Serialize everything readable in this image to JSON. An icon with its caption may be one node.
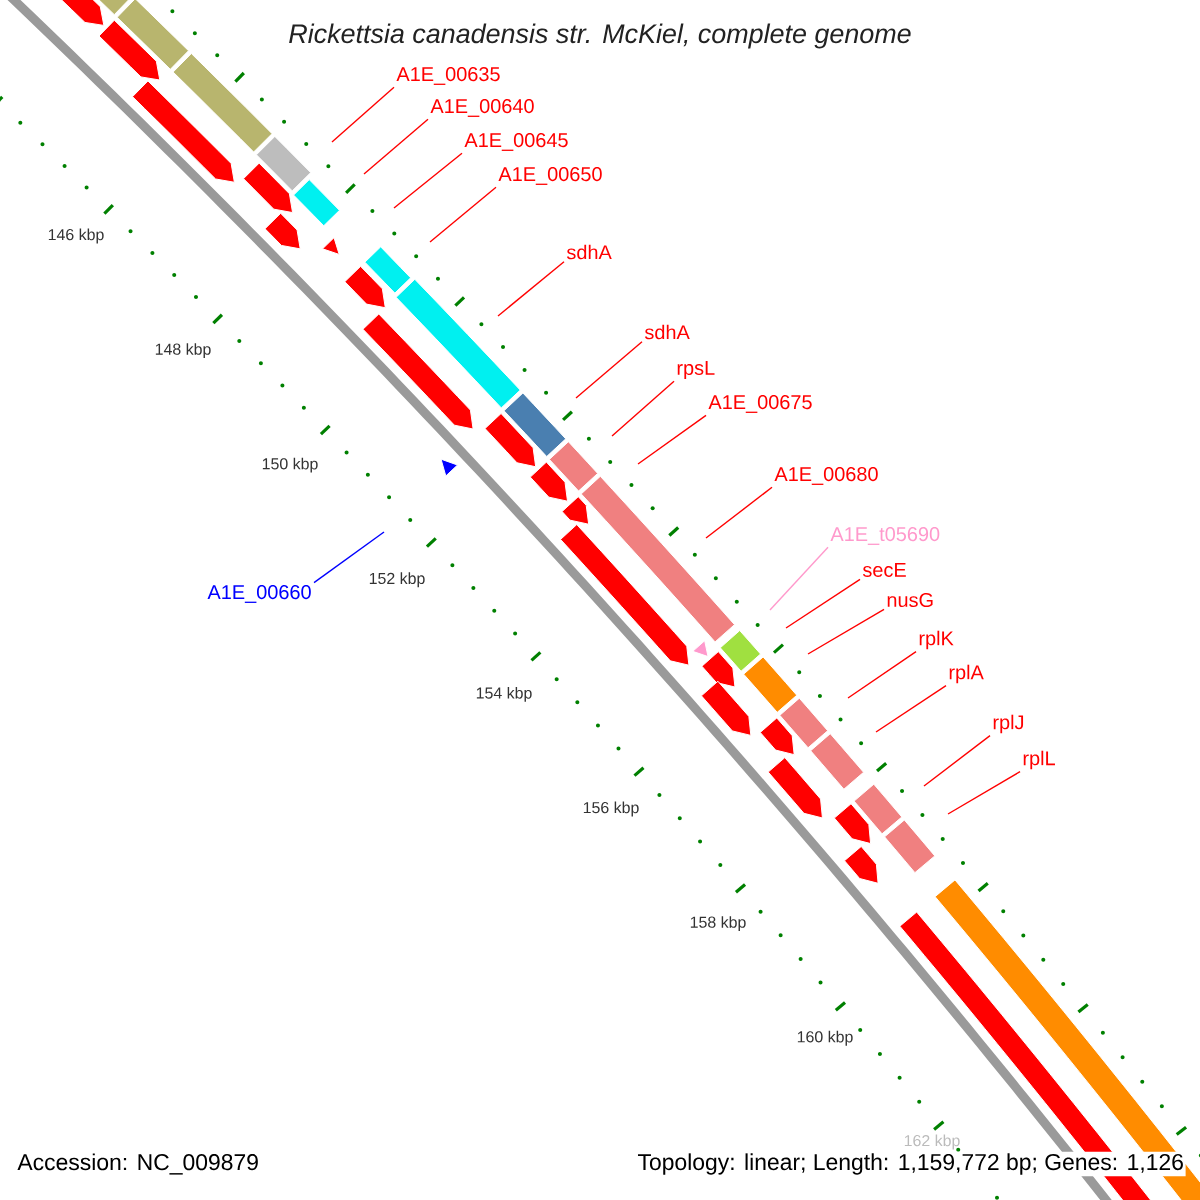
{
  "diagram": {
    "title": "Rickettsia canadensis str. McKiel, complete genome",
    "nodes": [
      {
        "text": [
          "A1E_00635"
        ]
      },
      {
        "text": [
          "A1E_00640"
        ]
      },
      {
        "text": [
          "A1E_00645"
        ]
      },
      {
        "text": [
          "A1E_00650"
        ]
      },
      {
        "text": [
          "sdhA"
        ]
      },
      {
        "text": [
          "sdhA"
        ]
      },
      {
        "text": [
          "rpsL"
        ]
      },
      {
        "text": [
          "A1E_00675"
        ]
      },
      {
        "text": [
          "A1E_00680"
        ]
      },
      {
        "text": [
          "A1E_t05690"
        ]
      },
      {
        "text": [
          "secE"
        ]
      },
      {
        "text": [
          "A1E_00660"
        ]
      },
      {
        "text": [
          "nusG"
        ]
      },
      {
        "text": [
          "rplK"
        ]
      },
      {
        "text": [
          "rplA"
        ]
      },
      {
        "text": [
          "rplJ"
        ]
      },
      {
        "text": [
          "rplL"
        ]
      }
    ],
    "edges": [
      {
        "from": 0,
        "to": null,
        "arrow": "none"
      },
      {
        "from": 1,
        "to": null,
        "arrow": "none"
      },
      {
        "from": 2,
        "to": null,
        "arrow": "none"
      },
      {
        "from": 3,
        "to": null,
        "arrow": "none"
      },
      {
        "from": 4,
        "to": null,
        "arrow": "none"
      },
      {
        "from": 5,
        "to": null,
        "arrow": "none"
      },
      {
        "from": 6,
        "to": null,
        "arrow": "none"
      },
      {
        "from": 7,
        "to": null,
        "arrow": "none"
      },
      {
        "from": 8,
        "to": null,
        "arrow": "none"
      },
      {
        "from": 9,
        "to": null,
        "arrow": "none",
        "color": "#ff99cc"
      },
      {
        "from": 10,
        "to": null,
        "arrow": "none"
      },
      {
        "from": 11,
        "to": null,
        "arrow": "none",
        "color": "#0000ff"
      },
      {
        "from": 12,
        "to": null,
        "arrow": "none"
      },
      {
        "from": 13,
        "to": null,
        "arrow": "none"
      },
      {
        "from": 14,
        "to": null,
        "arrow": "none"
      },
      {
        "from": 15,
        "to": null,
        "arrow": "none"
      },
      {
        "from": 16,
        "to": null,
        "arrow": "none"
      }
    ],
    "labels": [
      "146 kbp",
      "148 kbp",
      "150 kbp",
      "152 kbp",
      "154 kbp",
      "156 kbp",
      "158 kbp",
      "160 kbp",
      "162 kbp",
      "Accession: NC_009879",
      "Topology: linear; Length: 1,159,772 bp; Genes: 1,126"
    ]
  }
}
